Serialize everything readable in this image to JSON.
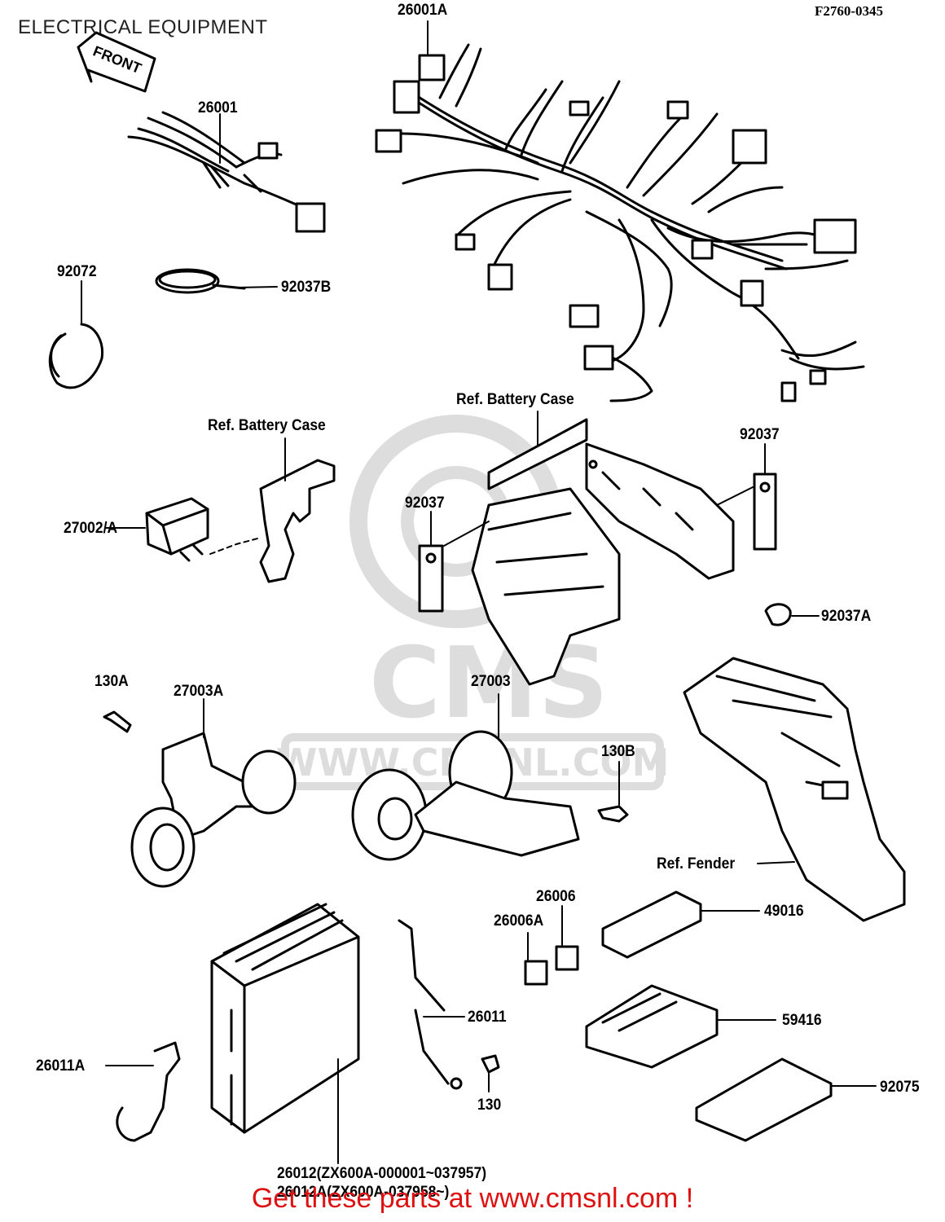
{
  "header": {
    "title": "ELECTRICAL EQUIPMENT",
    "diagram_code": "F2760-0345"
  },
  "watermark": {
    "logo_text": "CMS",
    "url_text": "WWW.CMSNL.COM"
  },
  "front_arrow_text": "FRONT",
  "labels": {
    "p26001A": "26001A",
    "p26001": "26001",
    "p92072": "92072",
    "p92037B": "92037B",
    "ref_battery_case_1": "Ref. Battery Case",
    "ref_battery_case_2": "Ref. Battery Case",
    "p27002A": "27002/A",
    "p92037_left": "92037",
    "p92037_right": "92037",
    "p92037A": "92037A",
    "p130A": "130A",
    "p27003A": "27003A",
    "p27003": "27003",
    "p130B": "130B",
    "ref_fender": "Ref. Fender",
    "p49016": "49016",
    "p26006": "26006",
    "p26006A": "26006A",
    "p26011": "26011",
    "p59416": "59416",
    "p26011A": "26011A",
    "p130": "130",
    "p92075": "92075",
    "p26012": "26012(ZX600A-000001~037957)",
    "p26012A": "26012A(ZX600A-037958~)"
  },
  "footer": {
    "banner_text": "Get these parts at www.cmsnl.com !"
  }
}
